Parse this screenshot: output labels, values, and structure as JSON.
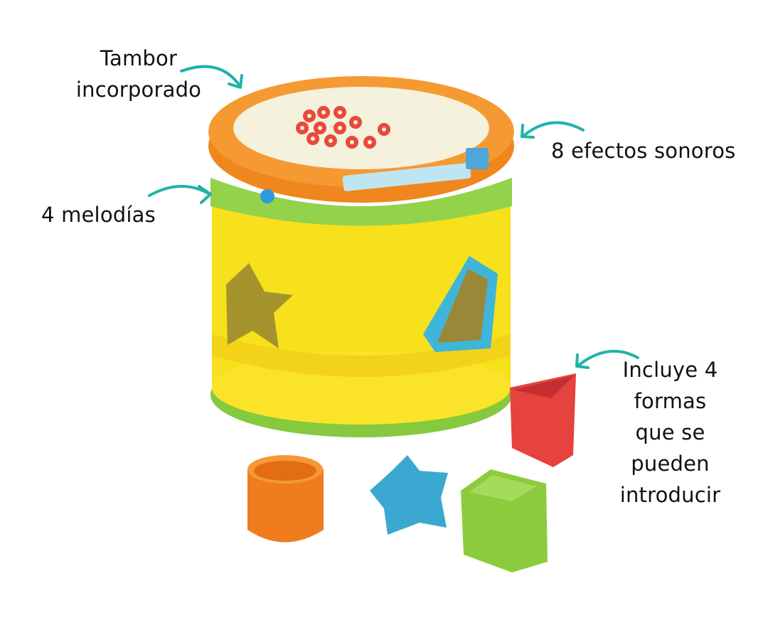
{
  "labels": {
    "drum": [
      "Tambor",
      "incorporado"
    ],
    "sounds": "8 efectos sonoros",
    "melodies": "4 melodías",
    "shapes": [
      "Incluye 4",
      "formas",
      "que se",
      "pueden",
      "introducir"
    ]
  },
  "colors": {
    "arrow": "#1fb3aa",
    "yellow": "#f9e21a",
    "orange": "#f28a22",
    "green": "#8fd14f",
    "blue": "#3cb4d8",
    "red": "#e9403f"
  }
}
